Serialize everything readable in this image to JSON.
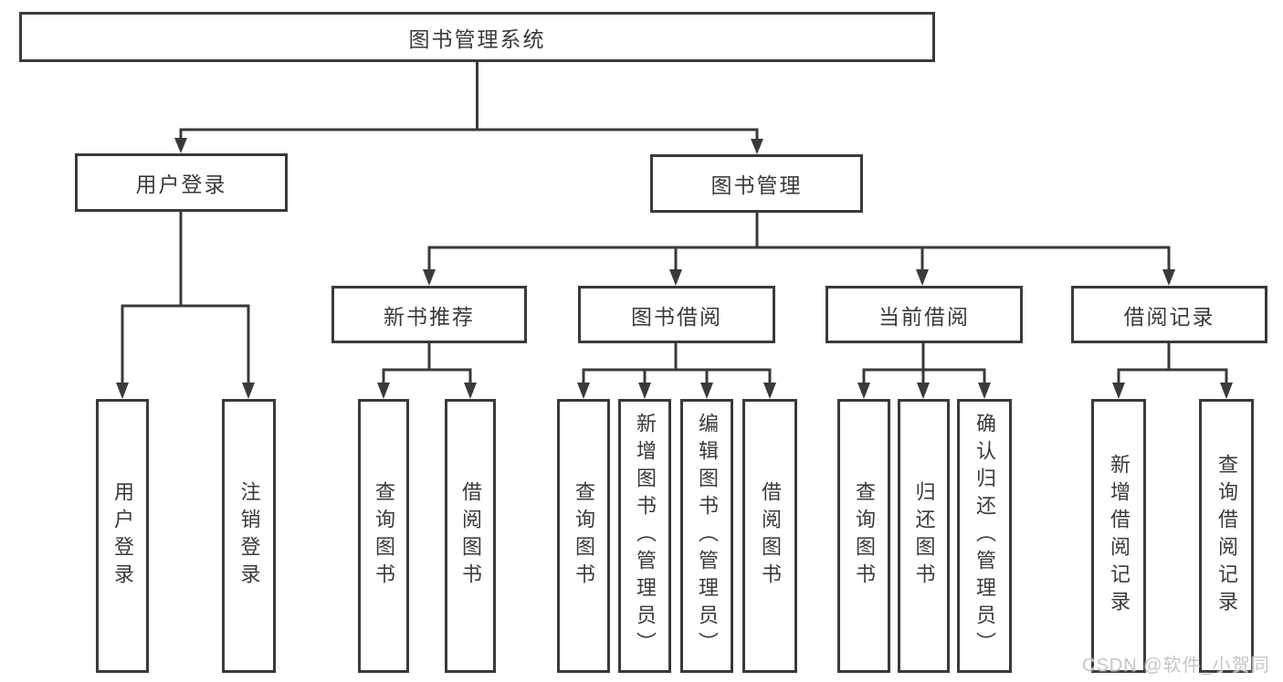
{
  "diagram": {
    "type": "tree",
    "nodes": {
      "root": {
        "label": "图书管理系统"
      },
      "user_login": {
        "label": "用户登录"
      },
      "book_mgmt": {
        "label": "图书管理"
      },
      "new_book_rec": {
        "label": "新书推荐"
      },
      "book_borrow": {
        "label": "图书借阅"
      },
      "current_borrow": {
        "label": "当前借阅"
      },
      "borrow_records": {
        "label": "借阅记录"
      },
      "login_user": {
        "label": "用户登录"
      },
      "login_logout": {
        "label": "注销登录"
      },
      "rec_query": {
        "label": "查询图书"
      },
      "rec_borrow": {
        "label": "借阅图书"
      },
      "borrow_query": {
        "label": "查询图书"
      },
      "borrow_add": {
        "label": "新增图书（管理员）"
      },
      "borrow_edit": {
        "label": "编辑图书（管理员）"
      },
      "borrow_borrow": {
        "label": "借阅图书"
      },
      "current_query": {
        "label": "查询图书"
      },
      "current_return": {
        "label": "归还图书"
      },
      "current_confirm": {
        "label": "确认归还（管理员）"
      },
      "records_add": {
        "label": "新增借阅记录"
      },
      "records_query": {
        "label": "查询借阅记录"
      }
    },
    "hierarchy": {
      "图书管理系统": [
        "用户登录",
        "图书管理"
      ],
      "用户登录": [
        "用户登录",
        "注销登录"
      ],
      "图书管理": [
        "新书推荐",
        "图书借阅",
        "当前借阅",
        "借阅记录"
      ],
      "新书推荐": [
        "查询图书",
        "借阅图书"
      ],
      "图书借阅": [
        "查询图书",
        "新增图书（管理员）",
        "编辑图书（管理员）",
        "借阅图书"
      ],
      "当前借阅": [
        "查询图书",
        "归还图书",
        "确认归还（管理员）"
      ],
      "借阅记录": [
        "新增借阅记录",
        "查询借阅记录"
      ]
    }
  },
  "watermark": "CSDN @软件_小贺同学",
  "colors": {
    "line": "#3a3a3a",
    "text": "#3a3a3a",
    "watermark": "#c6c6c6",
    "background": "#ffffff"
  }
}
